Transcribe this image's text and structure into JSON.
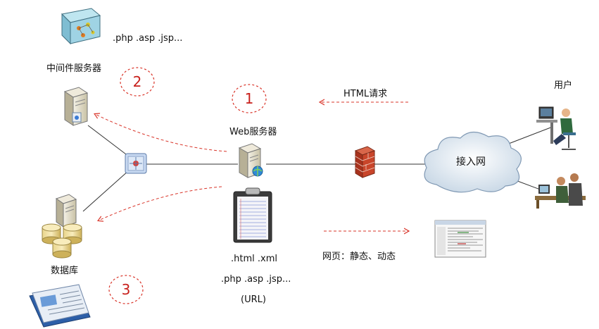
{
  "labels": {
    "middleware_ext": ".php  .asp .jsp...",
    "middleware_server": "中间件服务器",
    "web_server": "Web服务器",
    "database": "数据库",
    "html_request": "HTML请求",
    "user": "用户",
    "access_network": "接入网",
    "web_page": "网页：静态、动态",
    "web_files_line1": ".html  .xml",
    "web_files_line2": ".php  .asp .jsp...",
    "url": "(URL)"
  },
  "steps": [
    "1",
    "2",
    "3"
  ],
  "colors": {
    "arrow": "#d9352a",
    "step": "#c8201c",
    "line": "#333333"
  }
}
